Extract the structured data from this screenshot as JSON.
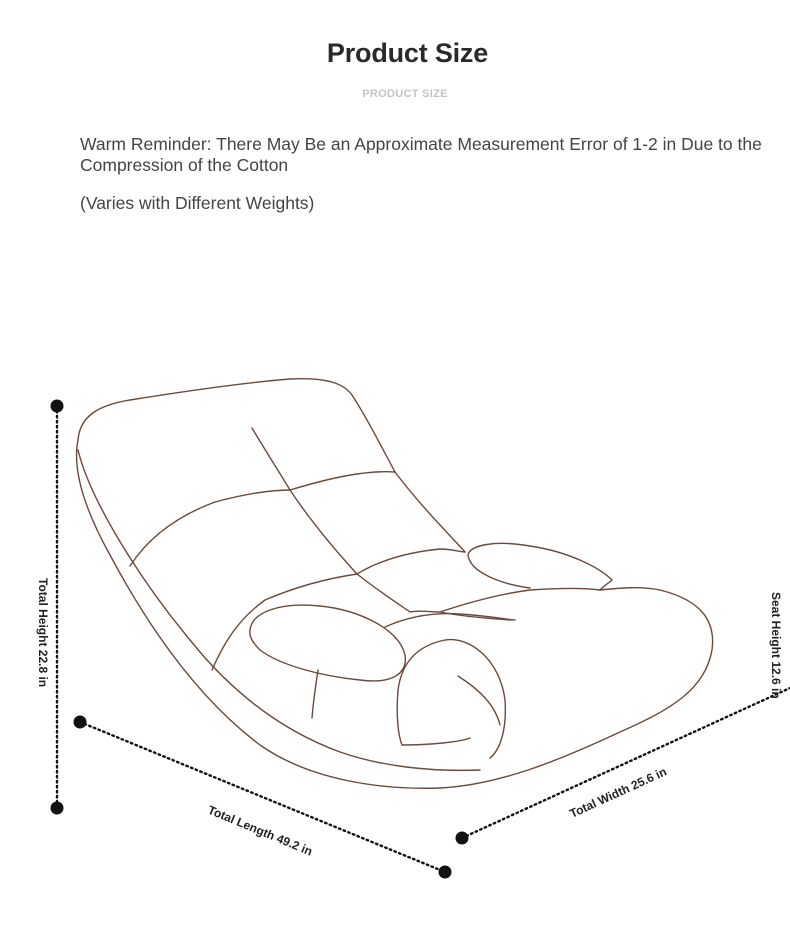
{
  "header": {
    "title": "Product Size",
    "subtitle": "PRODUCT SIZE"
  },
  "notes": {
    "reminder": "Warm Reminder: There May Be an Approximate Measurement Error of 1-2 in Due to the\nCompression of the Cotton",
    "varies": "(Varies with Different Weights)"
  },
  "dimensions": {
    "total_height": "Total Height 22.8 in",
    "seat_height": "Seat Height 12.6 in",
    "total_length": "Total Length 49.2 in",
    "total_width": "Total Width 25.6 in"
  },
  "colors": {
    "outline": "#6b4a3a",
    "dimension_line": "#111111"
  }
}
